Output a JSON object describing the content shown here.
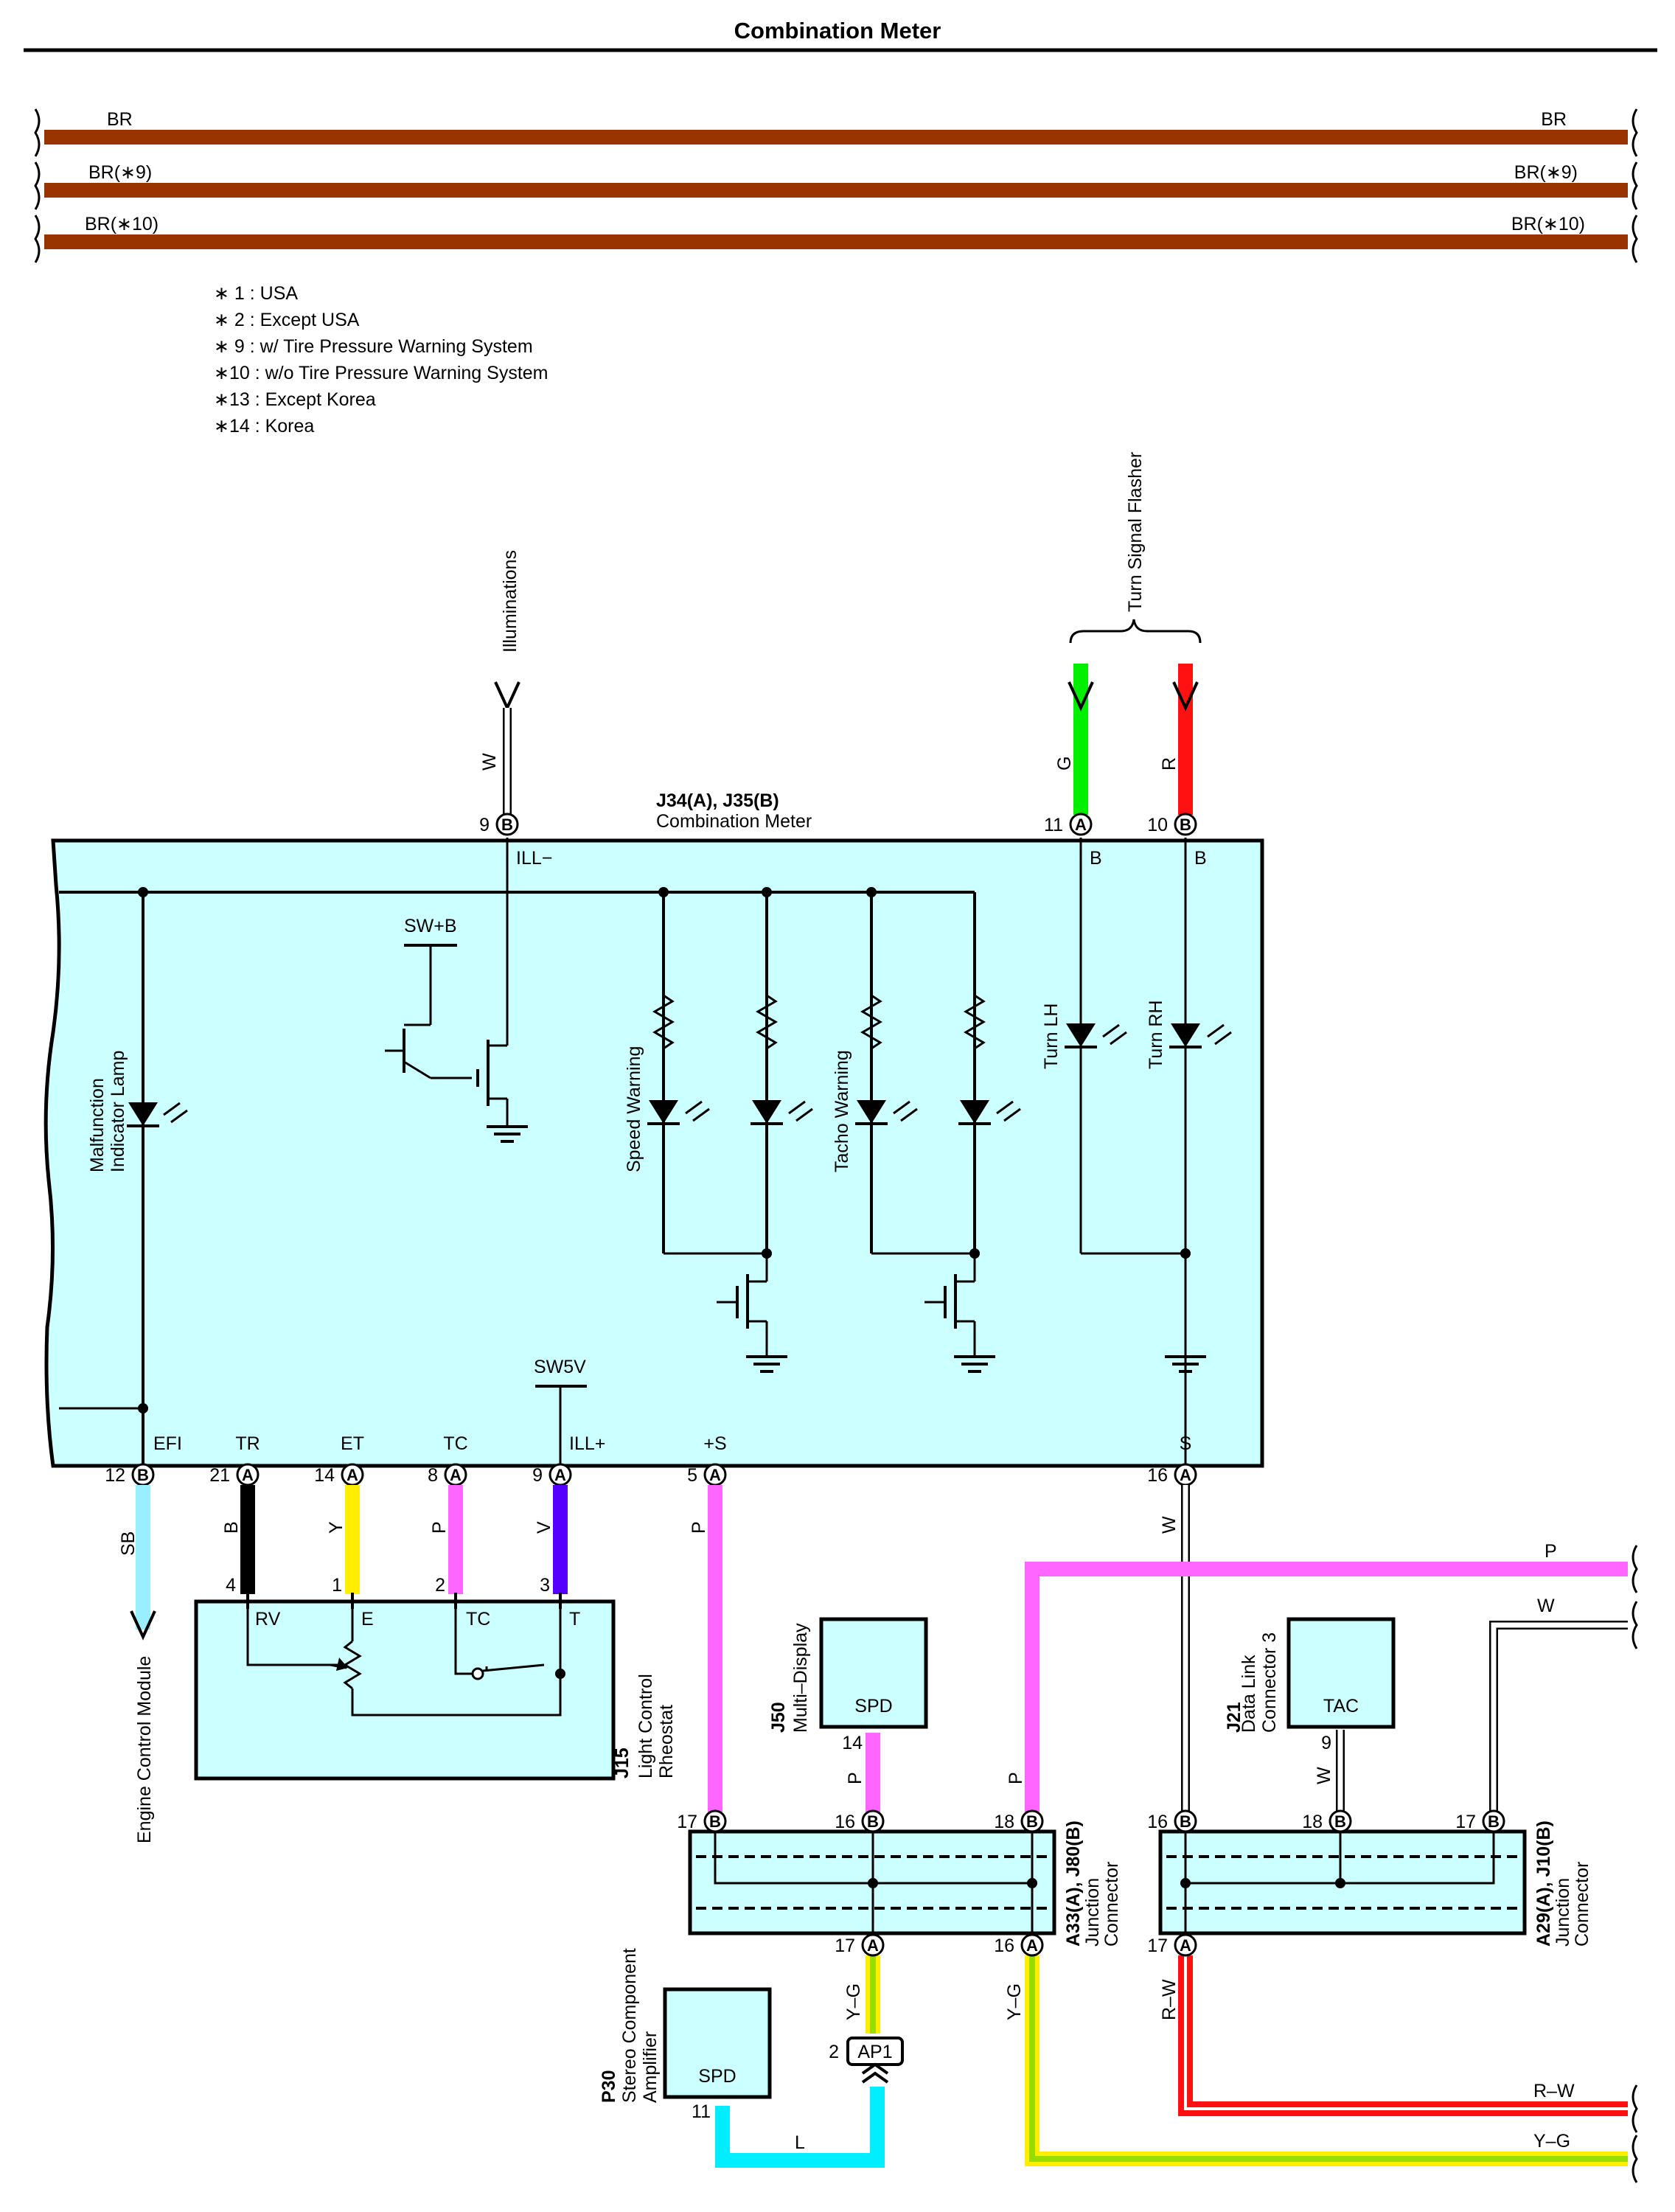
{
  "title": "Combination Meter",
  "colors": {
    "BR": "#993300",
    "W": "#ffffff",
    "G": "#00ee00",
    "R": "#ff1111",
    "SB": "#99eeff",
    "B": "#000000",
    "Y": "#ffee00",
    "P": "#ff66ff",
    "V": "#5500ff",
    "L": "#00eeff",
    "YG_outer": "#ffee00",
    "YG_inner": "#99dd00",
    "RW_outer": "#ff1111",
    "component_fill": "#ccffff"
  },
  "ground_wires": [
    {
      "left": "BR",
      "right": "BR"
    },
    {
      "left": "BR(∗9)",
      "right": "BR(∗9)"
    },
    {
      "left": "BR(∗10)",
      "right": "BR(∗10)"
    }
  ],
  "notes": [
    "∗ 1 : USA",
    "∗ 2 : Except USA",
    "∗ 9 : w/ Tire Pressure Warning System",
    "∗10 : w/o Tire Pressure Warning System",
    "∗13 : Except Korea",
    "∗14 : Korea"
  ],
  "meter": {
    "name_line1": "J34(A), J35(B)",
    "name_line2": "Combination Meter",
    "top_pins": [
      {
        "num": "9",
        "conn": "B",
        "terminal": "ILL−",
        "wire": "W",
        "dest": "Illuminations"
      },
      {
        "num": "11",
        "conn": "A",
        "terminal": "B",
        "wire": "G",
        "dest": "Turn Signal Flasher"
      },
      {
        "num": "10",
        "conn": "B",
        "terminal": "B",
        "wire": "R"
      }
    ],
    "bottom_pins": [
      {
        "num": "12",
        "conn": "B",
        "terminal": "EFI",
        "wire": "SB"
      },
      {
        "num": "21",
        "conn": "A",
        "terminal": "TR",
        "wire": "B"
      },
      {
        "num": "14",
        "conn": "A",
        "terminal": "ET",
        "wire": "Y"
      },
      {
        "num": "8",
        "conn": "A",
        "terminal": "TC",
        "wire": "P"
      },
      {
        "num": "9",
        "conn": "A",
        "terminal": "ILL+",
        "wire": "V"
      },
      {
        "num": "5",
        "conn": "A",
        "terminal": "+S",
        "wire": "P"
      },
      {
        "num": "16",
        "conn": "A",
        "terminal": "S",
        "wire": "W"
      }
    ],
    "internal_labels": {
      "swb": "SW+B",
      "sw5v": "SW5V",
      "mil_1": "Malfunction",
      "mil_2": "Indicator Lamp",
      "speed": "Speed Warning",
      "tacho": "Tacho Warning",
      "turn_lh": "Turn LH",
      "turn_rh": "Turn RH"
    }
  },
  "ecm": "Engine Control Module",
  "rheostat": {
    "code": "J15",
    "name_1": "Light Control",
    "name_2": "Rheostat",
    "pins": [
      "4",
      "1",
      "2",
      "3"
    ],
    "terminals": [
      "RV",
      "E",
      "TC",
      "T"
    ]
  },
  "multi_display": {
    "code": "J50",
    "name": "Multi–Display",
    "terminal": "SPD",
    "pin": "14",
    "wire": "P"
  },
  "dlc3": {
    "code": "J21",
    "name_1": "Data Link",
    "name_2": "Connector 3",
    "terminal": "TAC",
    "pin": "9",
    "wire": "W"
  },
  "stereo": {
    "code": "P30",
    "name_1": "Stereo Component",
    "name_2": "Amplifier",
    "terminal": "SPD",
    "pin": "11",
    "wire": "L"
  },
  "jc1": {
    "code": "A33(A), J80(B)",
    "name": "Junction",
    "name_2": "Connector",
    "top_pins": [
      {
        "num": "17",
        "conn": "B",
        "wire": "P"
      },
      {
        "num": "16",
        "conn": "B",
        "wire": "P"
      },
      {
        "num": "18",
        "conn": "B",
        "wire": "P"
      }
    ],
    "bottom_pins": [
      {
        "num": "17",
        "conn": "A",
        "wire": "Y–G"
      },
      {
        "num": "16",
        "conn": "A",
        "wire": "Y–G"
      }
    ]
  },
  "jc2": {
    "code": "A29(A), J10(B)",
    "name": "Junction",
    "name_2": "Connector",
    "top_pins": [
      {
        "num": "16",
        "conn": "B",
        "wire": "W"
      },
      {
        "num": "18",
        "conn": "B",
        "wire": "W"
      },
      {
        "num": "17",
        "conn": "B",
        "wire": "W"
      }
    ],
    "bottom_pins": [
      {
        "num": "17",
        "conn": "A",
        "wire": "R–W"
      }
    ]
  },
  "ap1": {
    "pin": "2",
    "label": "AP1"
  },
  "right_wires": {
    "p": "P",
    "w": "W",
    "rw": "R–W",
    "yg": "Y–G"
  }
}
